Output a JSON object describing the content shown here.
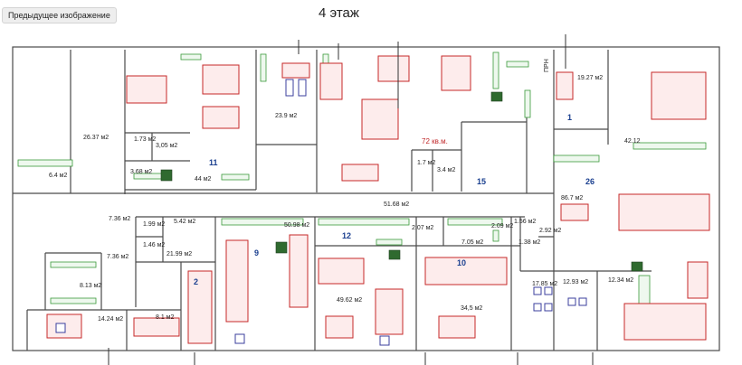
{
  "nav": {
    "prev_label": "Предыдущее изображение"
  },
  "plan": {
    "title": "4 этаж"
  },
  "colors": {
    "walls": "#4a4a4a",
    "desks": "#c62828",
    "chairs": "#3b3f9e",
    "windows": "#3a9a3a",
    "accent_red": "#c0282a"
  },
  "labels": {
    "area_26_37": "26.37 м2",
    "area_6_4": "6.4 м2",
    "area_1_73": "1.73 м2",
    "area_3_05": "3,05 м2",
    "room_11": "11",
    "area_44": "44 м2",
    "area_3_68": "3.68 м2",
    "area_23_9": "23.9 м2",
    "area_72": "72 кв.м.",
    "area_1_7": "1.7 м2",
    "area_3_4": "3.4 м2",
    "room_15": "15",
    "area_19_27": "19.27 м2",
    "room_1": "1",
    "area_42_12": "42.12",
    "room_26": "26",
    "area_86_7": "86.7 м2",
    "area_51_68": "51.68 м2",
    "area_7_36a": "7.36 м2",
    "area_1_99": "1.99 м2",
    "area_5_42": "5.42 м2",
    "area_1_46": "1.46 м2",
    "area_21_99": "21.99 м2",
    "area_50_98": "50.98 м2",
    "room_12": "12",
    "area_2_07": "2.07 м2",
    "area_7_05": "7.05 м2",
    "area_2_09": "2.09 м2",
    "area_1_56": "1.56 м2",
    "area_2_92": "2.92 м2",
    "area_1_38": "1.38 м2",
    "room_9": "9",
    "area_7_36b": "7.36 м2",
    "area_8_13": "8.13 м2",
    "room_2": "2",
    "area_49_62": "49.62 м2",
    "room_10": "10",
    "area_34_5": "34,5 м2",
    "area_17_85": "17.85 м2",
    "area_12_93": "12.93 м2",
    "area_12_34": "12.34 м2",
    "area_14_24": "14.24 м2",
    "area_8_1": "8.1 м2",
    "pr_label": "ПРН"
  }
}
